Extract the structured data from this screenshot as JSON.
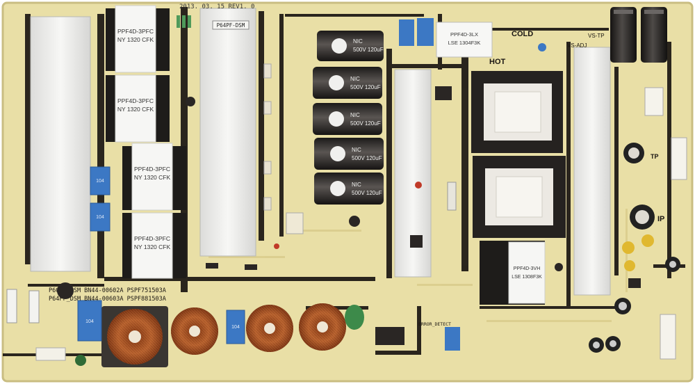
{
  "board": {
    "date_rev": "2013. 03. 15  REV1. 0",
    "model_small": "P64PF-DSM",
    "cold_label": "COLD",
    "hot_label": "HOT",
    "vs_tp": "VS-TP",
    "vs_adj": "VS-ADJ",
    "tp_label": "TP",
    "ip_label": "IP",
    "error_detect": "ERROR_DETECT",
    "part_line_1": "P60PF_DSM BN44-00602A PSPF751503A",
    "part_line_2": "P64PF_DSM BN44-00603A PSPF881503A",
    "transformers": [
      {
        "line1": "PPF4D-3PFC",
        "line2": "NY 1320 CFK"
      },
      {
        "line1": "PPF4D-3PFC",
        "line2": "NY 1320 CFK"
      },
      {
        "line1": "PPF4D-3PFC",
        "line2": "NY 1320 CFK"
      },
      {
        "line1": "PPF4D-3PFC",
        "line2": "NY 1320 CFK"
      }
    ],
    "transformer_small": {
      "line1": "PPF4D-3LX",
      "line2": "LSE 1304F3K"
    },
    "transformer_right": {
      "line1": "PPF4D-3VH",
      "line2": "LSE 1308F3K"
    },
    "cap_text": {
      "brand": "NIC",
      "rating": "500V 120uF"
    },
    "blue_caps": [
      "104",
      "104",
      "104",
      "104"
    ]
  },
  "colors": {
    "pcb": "#e9dfa6",
    "trace": "#1a1612",
    "heatsink": "#f4f4f2",
    "cap": "#2a2624",
    "copper": "#b05c2a",
    "blue": "#3c78c4"
  }
}
